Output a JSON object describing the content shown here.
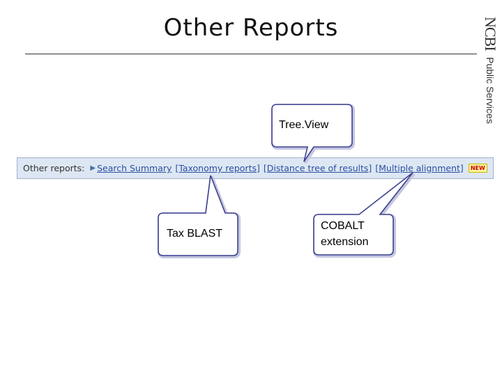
{
  "slide": {
    "title": "Other Reports",
    "brand": {
      "name": "NCBI",
      "subtitle": "Public Services"
    }
  },
  "report_bar": {
    "label": "Other reports:",
    "links": [
      {
        "text": "Search Summary"
      },
      {
        "text": "[Taxonomy reports]"
      },
      {
        "text": "[Distance tree of results]"
      },
      {
        "text": "[Multiple alignment]"
      }
    ],
    "badge": "NEW"
  },
  "callouts": {
    "tree_view": "Tree.View",
    "tax_blast": "Tax BLAST",
    "cobalt_line1": "COBALT",
    "cobalt_line2": "extension"
  },
  "colors": {
    "bar_background": "#dde7f3",
    "link": "#2b4fa0",
    "callout_border": "#3b3f8f"
  }
}
